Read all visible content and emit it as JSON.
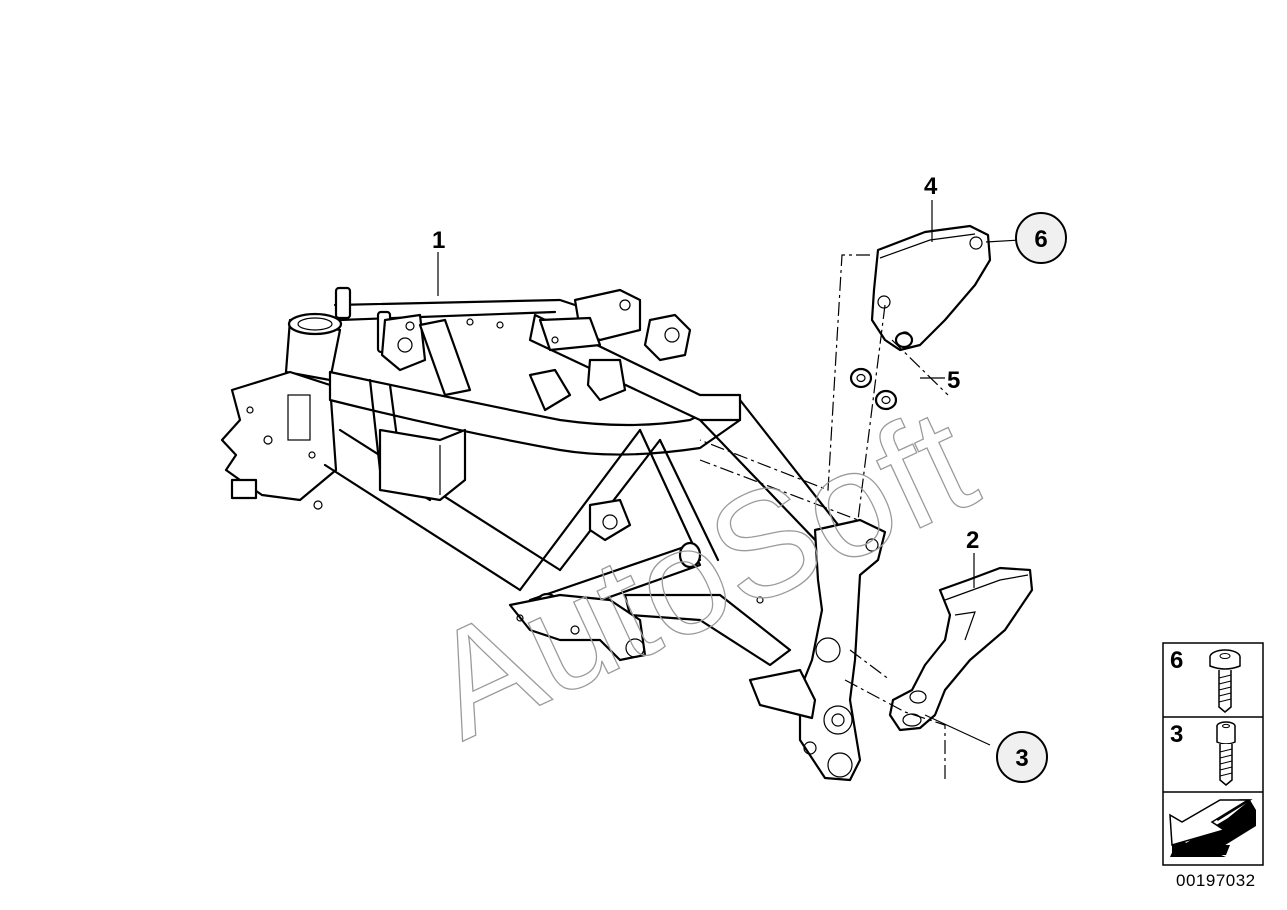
{
  "watermark": "AutoSoft",
  "callouts": [
    {
      "id": "frame",
      "number": "1"
    },
    {
      "id": "right-footrest-plate",
      "number": "2"
    },
    {
      "id": "screw-bottom",
      "number": "3"
    },
    {
      "id": "cover",
      "number": "4"
    },
    {
      "id": "grommets",
      "number": "5"
    },
    {
      "id": "screw-top",
      "number": "6"
    }
  ],
  "legend": {
    "items": [
      {
        "number": "6",
        "icon": "torx-pan-head-screw-icon"
      },
      {
        "number": "3",
        "icon": "socket-head-cap-screw-icon"
      }
    ],
    "navigation_icon": "arrow-back-icon"
  },
  "diagram_code": "00197032"
}
